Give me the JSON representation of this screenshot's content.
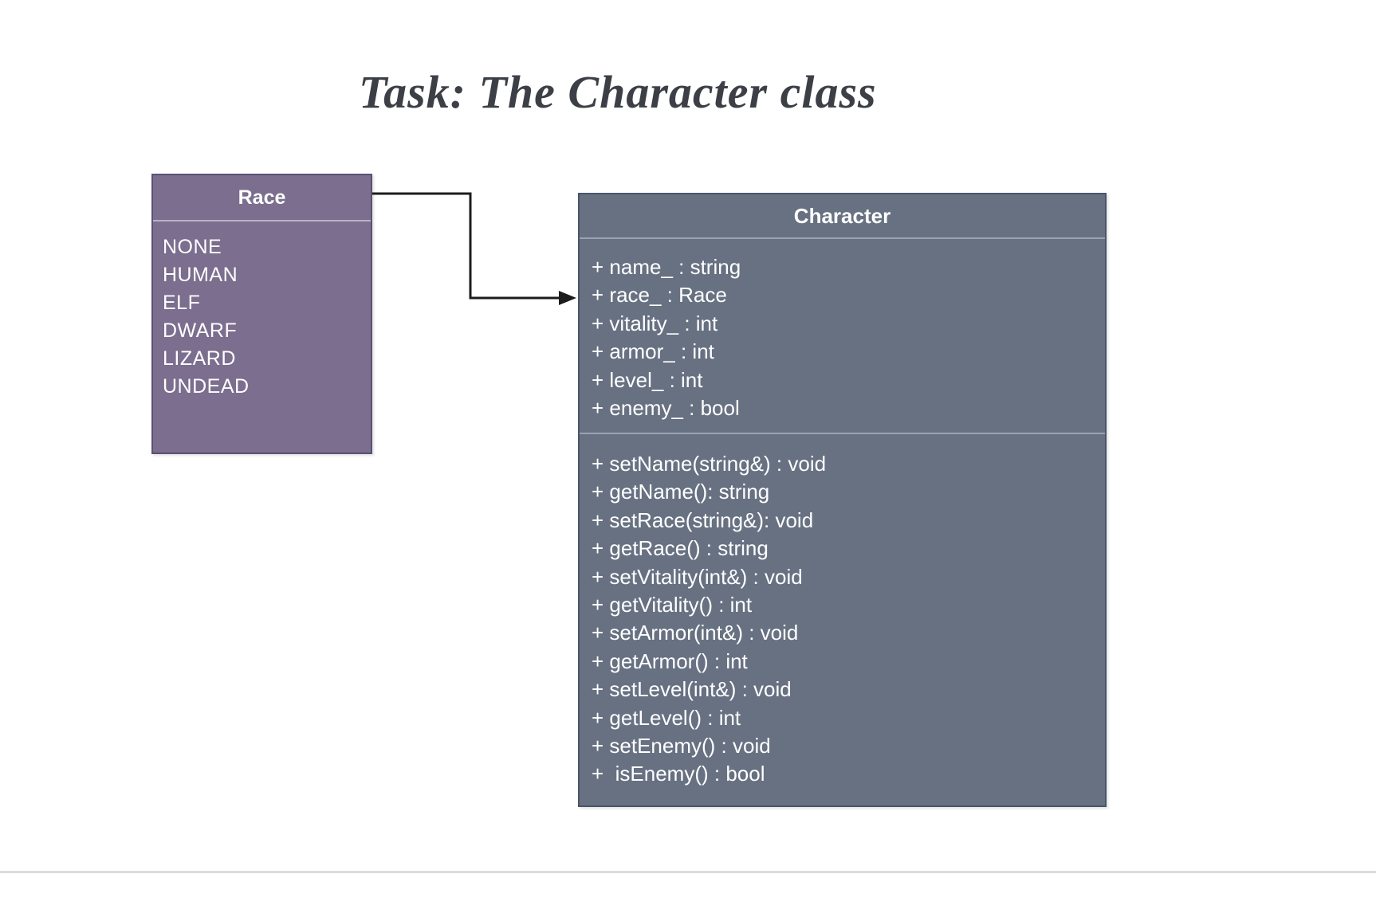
{
  "page": {
    "title": "Task: The Character class"
  },
  "diagram": {
    "enum_race": {
      "title": "Race",
      "values": [
        "NONE",
        "HUMAN",
        "ELF",
        "DWARF",
        "LIZARD",
        "UNDEAD"
      ]
    },
    "class_character": {
      "title": "Character",
      "attributes": [
        "+ name_ : string",
        "+ race_ : Race",
        "+ vitality_ : int",
        "+ armor_ : int",
        "+ level_ : int",
        "+ enemy_ : bool"
      ],
      "methods": [
        "+ setName(string&) : void",
        "+ getName(): string",
        "+ setRace(string&): void",
        "+ getRace() : string",
        "+ setVitality(int&) : void",
        "+ getVitality() : int",
        "+ setArmor(int&) : void",
        "+ getArmor() : int",
        "+ setLevel(int&) : void",
        "+ getLevel() : int",
        "+ setEnemy() : void",
        "+  isEnemy() : bool"
      ]
    },
    "connector": {
      "type": "elbow-arrow",
      "from": "Race",
      "to": "Character.race_"
    }
  },
  "colors": {
    "race_fill": "#7b6e8e",
    "race_border": "#5a5175",
    "race_divider": "#b9b3c4",
    "character_fill": "#677182",
    "character_border": "#4b5569",
    "character_divider": "#9aa2b0",
    "arrow": "#1c1c1c",
    "title_text": "#3c4046",
    "page_bg": "#ffffff",
    "footer_line": "#dcdcdc"
  }
}
